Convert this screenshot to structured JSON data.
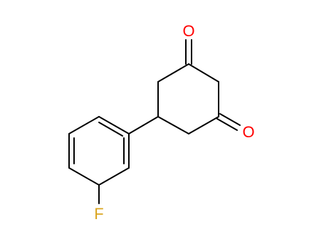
{
  "molecule": {
    "atoms": [
      {
        "id": "O1",
        "symbol": "O",
        "color": "#ff0000"
      },
      {
        "id": "O2",
        "symbol": "O",
        "color": "#ff0000"
      },
      {
        "id": "F",
        "symbol": "F",
        "color": "#daa520"
      }
    ],
    "bond_color": "#000000"
  }
}
